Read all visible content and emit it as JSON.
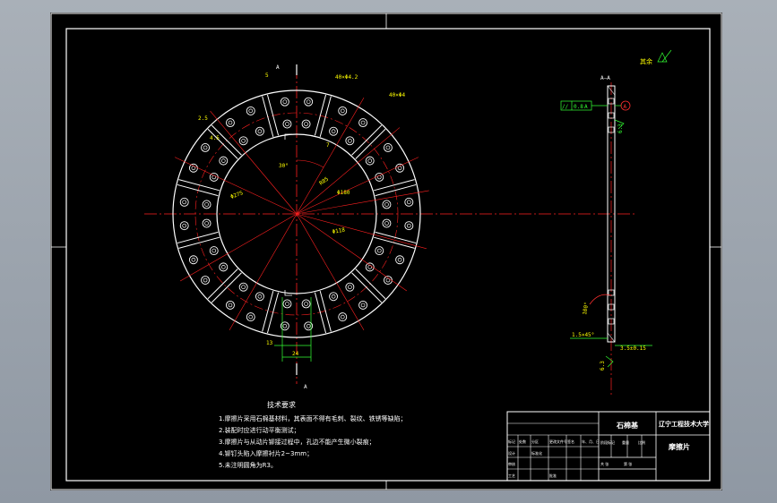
{
  "section_label": "A—A",
  "view_marks": [
    "A",
    "A"
  ],
  "roughness_note": "其余",
  "notes": {
    "title": "技术要求",
    "items": [
      "1.摩擦片采用石棉基材料，其表面不得有毛刺、裂纹、铁锈等缺陷；",
      "2.装配时应进行动平衡测试；",
      "3.摩擦片与从动片铆接过程中，孔边不能产生微小裂痕；",
      "4.铆钉头陷入摩擦衬片2~3mm；",
      "5.未注明圆角为R3。"
    ]
  },
  "title_block": {
    "material": "石棉基",
    "university": "辽宁工程技术大学",
    "part_name": "摩擦片",
    "small_cells": [
      "标记",
      "处数",
      "分区",
      "更改文件号",
      "签名",
      "年、月、日",
      "设计",
      "标准化",
      "审核",
      "工艺",
      "批准",
      "阶段标记",
      "重量",
      "比例",
      "共 张",
      "第 张"
    ]
  },
  "dimensions": {
    "hole_spec_1": "40×Φ4.2",
    "hole_spec_2": "40×Φ4",
    "angle_30": "30°",
    "dia_180": "Φ180",
    "dia_inner": "Φ118",
    "dia_outer": "Φ275",
    "radius_note": "R85",
    "w_5": "5",
    "w_25": "2.5",
    "w_45": "4.5",
    "w_7": "7",
    "w_13": "13",
    "w_24": "24",
    "parallel_tol": "0.8",
    "datum": "A",
    "roughness_63": "6.3",
    "thk_15": "1.5",
    "thk_tol": "3.5±0.15",
    "chamfer": "1.5×45°",
    "angle_100": "100°"
  },
  "colors": {
    "sheet": "#000000",
    "border": "#ffffff",
    "center_line": "#ff2020",
    "dim_red": "#ff3030",
    "dim_yellow": "#ffff00",
    "dim_green": "#33ff33",
    "outline": "#ffffff",
    "desktop": "#9ba3ad"
  }
}
